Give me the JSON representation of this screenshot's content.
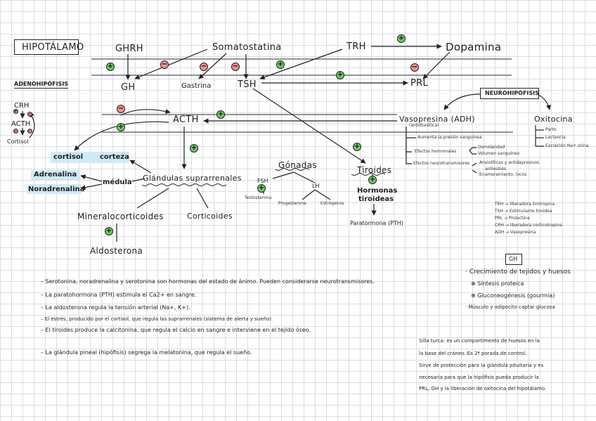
{
  "titles": {
    "hipotalamo": "HIPOTÁLAMO",
    "adenohipofisis": "ADENOHIPÓFISIS",
    "neurohipofisis": "NEUROHIPÓFISIS",
    "gh_box": "GH"
  },
  "top_row": {
    "ghrh": "GHRH",
    "somatostatina": "Somatostatina",
    "trh": "TRH",
    "dopamina": "Dopamina",
    "gh": "GH",
    "gastrina": "Gastrina",
    "tsh": "TSH",
    "prl": "PRL"
  },
  "side_loop": {
    "crh": "CRH",
    "acth": "ACTH",
    "cortisol": "Cortisol"
  },
  "axis": {
    "acth": "ACTH",
    "cortisol": "cortisol",
    "corteza": "corteza",
    "adrenalina": "Adrenalina",
    "noradrenalina": "Noradrenalina",
    "medula": "médula",
    "glandulas": "Glándulas suprarrenales",
    "mineralocorticoides": "Mineralocorticoides",
    "corticoides": "Corticoides",
    "aldosterona": "Aldosterona"
  },
  "gonadas": {
    "title": "Gónadas",
    "fsh": "FSH",
    "lh": "LH",
    "testosterona": "Testosterona",
    "progesterona": "Progesterona",
    "estrogenos": "Estrógenos"
  },
  "tiroides": {
    "title": "Tiroides",
    "hormonas": "Hormonas",
    "tiroideas": "tiroideas",
    "paratormona": "Paratormona (PTH)"
  },
  "vasopresina": {
    "title": "Vasopresina (ADH)",
    "sub": "(antidiurética)",
    "item1": "Aumenta la presión sanguínea",
    "item2a": "Efectos hormonales",
    "item2b1": "Osmolaridad",
    "item2b2": "Volumen sanguíneo",
    "item3a": "Efectos neurotransmisores",
    "item3b1": "Ansiolíticas y antidepresivos",
    "item3b2": "antiestrés",
    "item3b3": "Enamoramiento, locos"
  },
  "oxitocina": {
    "title": "Oxitocina",
    "item1": "Parto",
    "item2": "Lactancia",
    "item3": "Excreción Na+ orina"
  },
  "legend": [
    "TRH → liberadora tirotropina",
    "TSH → Estimulante tiroidea",
    "PRL → Prolactina",
    "CRH → liberadora corticotropina",
    "ADH → Vasopresina"
  ],
  "gh_notes": [
    "Crecimiento de tejidos y huesos",
    "Síntesis proteica",
    "Gluconeogénesis (gourmia)",
    "Músculo y adipocito captar glucosa"
  ],
  "notes": [
    "Serotonina, noradrenalina y serotonina son hormonas del estado de ánimo. Pueden considerarse neurotransmisores.",
    "La paratohormona (PTH) estimula el Ca2+ en sangre.",
    "La aldosterona regula la tensión arterial (Na+, K+).",
    "El estrés, producido por el cortisol, que regula las suprarrenales (sistema de alerta y sueño)",
    "El tiroides produce la calcitonina, que regula el calcio en sangre e interviene en el tejido óseo.",
    "La glándula pineal (hipófisis) segrega la melatonina, que regula el sueño."
  ],
  "silla": [
    "Silla turca: es un compartimento de huesos en la",
    "la base del cráneo. Es 2ª porada de control.",
    "Sirve de protección para la glándula pituitaria y es",
    "necesaria para que la hipófisis pueda producir la",
    "PRL, GH y la liberación de oxitocina del hipotálamo."
  ],
  "signs": {
    "plus": "+",
    "minus": "−"
  },
  "colors": {
    "plus": "#6ecb63",
    "minus": "#f08f8f",
    "highlight": "#cfeaf6"
  }
}
